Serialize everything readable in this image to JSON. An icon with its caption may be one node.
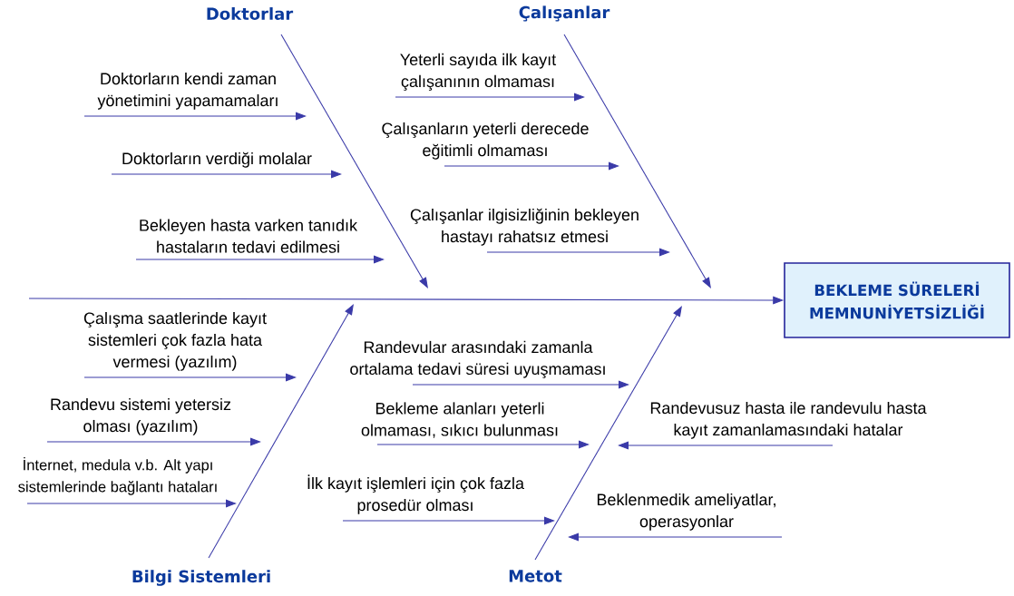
{
  "diagram": {
    "nodes": [
      {
        "text": [
          "Doktorlar"
        ]
      },
      {
        "text": [
          "Çalışanlar"
        ]
      },
      {
        "text": [
          "Doktorların kendi zaman yönetimini yapamamaları"
        ]
      },
      {
        "text": [
          "Doktorların verdiği molalar"
        ]
      },
      {
        "text": [
          "Bekleyen hasta varken tanıdık hastaların tedavi edilmesi"
        ]
      },
      {
        "text": [
          "Yeterli sayıda ilk kayıt çalışanının olmaması"
        ]
      },
      {
        "text": [
          "Çalışanların yeterli derecede eğitimli olmaması"
        ]
      },
      {
        "text": [
          "Çalışanlar ilgisizliğinin bekleyen hastayı rahatsız etmesi"
        ]
      },
      {
        "text": [
          "BEKLEME SÜRELERİ MEMNUNİYETSİZLİĞİ"
        ]
      },
      {
        "text": [
          "Çalışma saatlerinde kayıt sistemleri çok fazla hata vermesi (yazılım)"
        ]
      },
      {
        "text": [
          "Randevu sistemi yetersiz olması (yazılım)"
        ]
      },
      {
        "text": [
          "İnternet, medula v.b. Alt yapı sistemlerinde bağlantı hataları"
        ]
      },
      {
        "text": [
          "Randevular arasındaki zamanla ortalama tedavi süresi uyuşmaması"
        ]
      },
      {
        "text": [
          "Bekleme alanları yeterli olmaması, sıkıcı bulunması"
        ]
      },
      {
        "text": [
          "Randevusuz hasta ile randevulu hasta kayıt zamanlamasındaki hatalar"
        ]
      },
      {
        "text": [
          "İlk kayıt işlemleri için çok fazla prosedür olması"
        ]
      },
      {
        "text": [
          "Beklenmedik ameliyatlar, operasyonlar"
        ]
      },
      {
        "text": [
          "Bilgi Sistemleri"
        ]
      },
      {
        "text": [
          "Metot"
        ]
      }
    ],
    "edges": [
      {
        "from": null,
        "to": 8,
        "arrow": "to"
      },
      {
        "from": 0,
        "to": null,
        "arrow": "to"
      },
      {
        "from": 1,
        "to": null,
        "arrow": "to"
      },
      {
        "from": 17,
        "to": null,
        "arrow": "to"
      },
      {
        "from": 18,
        "to": null,
        "arrow": "to"
      },
      {
        "from": 2,
        "to": null,
        "arrow": "to"
      },
      {
        "from": 3,
        "to": null,
        "arrow": "to"
      },
      {
        "from": 4,
        "to": null,
        "arrow": "to"
      },
      {
        "from": 5,
        "to": null,
        "arrow": "to"
      },
      {
        "from": 6,
        "to": null,
        "arrow": "to"
      },
      {
        "from": 7,
        "to": null,
        "arrow": "to"
      },
      {
        "from": 9,
        "to": null,
        "arrow": "to"
      },
      {
        "from": 10,
        "to": null,
        "arrow": "to"
      },
      {
        "from": 11,
        "to": null,
        "arrow": "to"
      },
      {
        "from": 12,
        "to": null,
        "arrow": "to"
      },
      {
        "from": 13,
        "to": null,
        "arrow": "to"
      },
      {
        "from": 14,
        "to": null,
        "arrow": "to"
      },
      {
        "from": 15,
        "to": null,
        "arrow": "to"
      },
      {
        "from": 16,
        "to": null,
        "arrow": "to"
      }
    ]
  }
}
